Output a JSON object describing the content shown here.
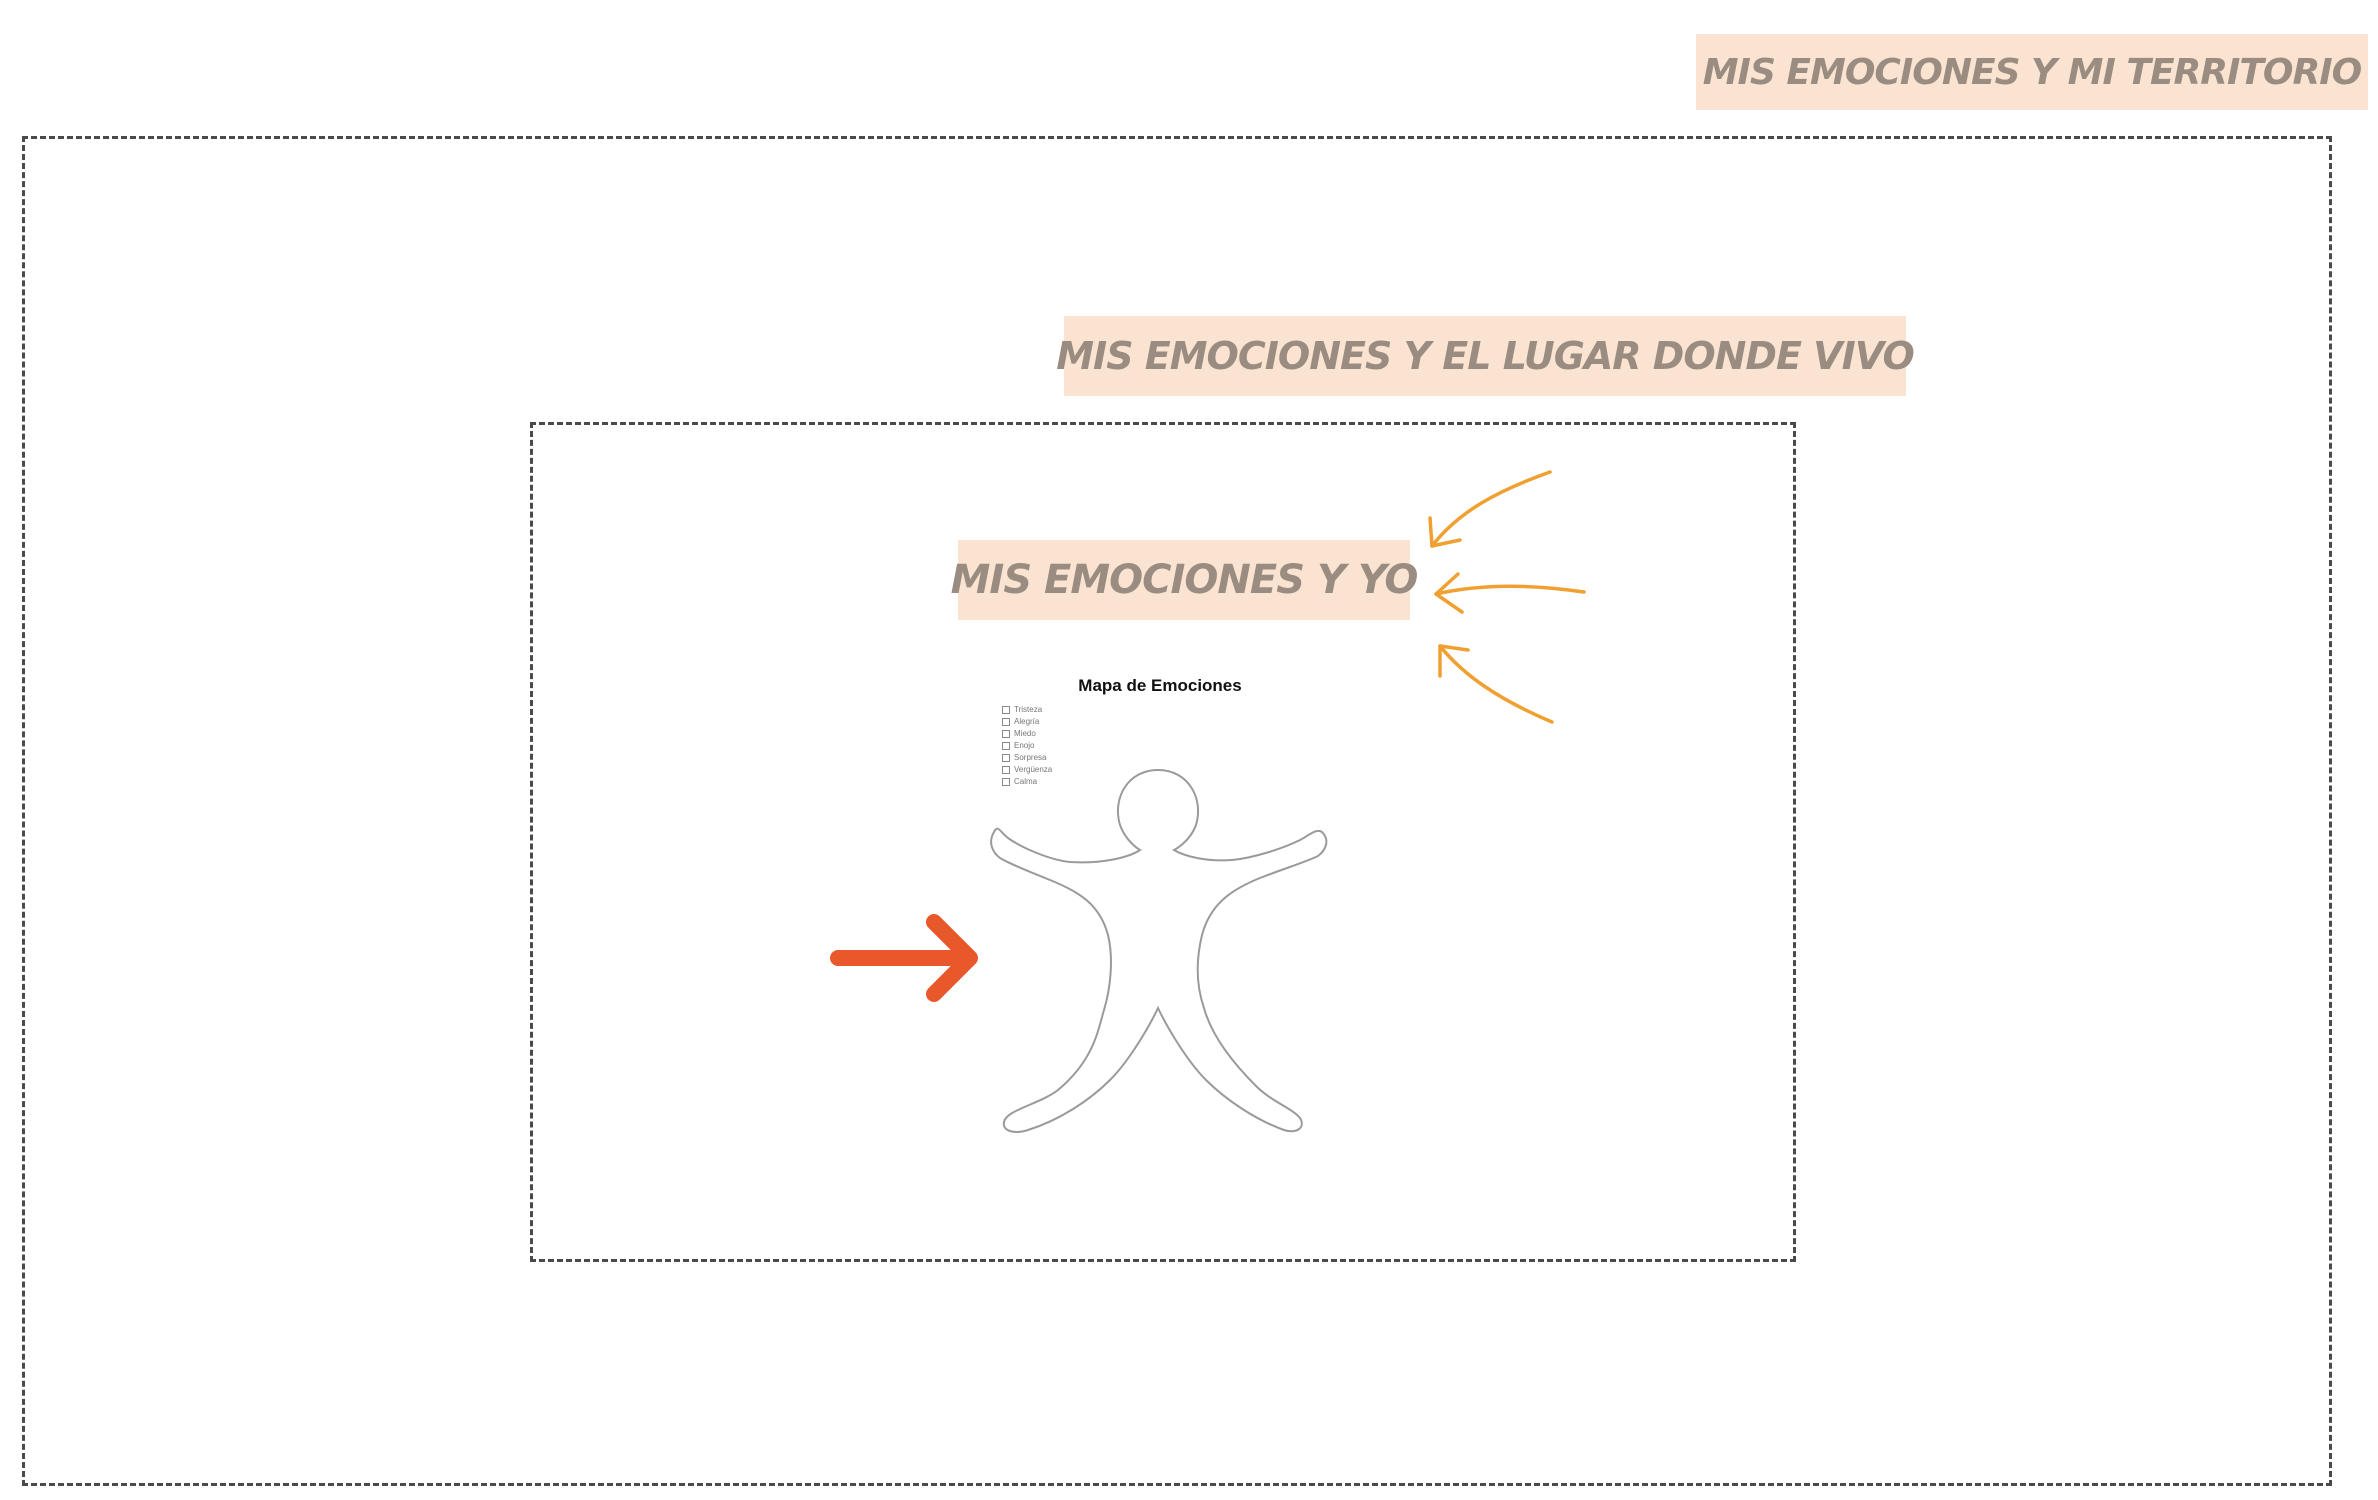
{
  "labels": {
    "territorio": "MIS EMOCIONES Y MI TERRITORIO",
    "lugar": "MIS EMOCIONES Y EL LUGAR DONDE VIVO",
    "yo": "MIS EMOCIONES Y YO"
  },
  "worksheet": {
    "title": "Mapa de Emociones",
    "items": [
      "Tristeza",
      "Alegría",
      "Miedo",
      "Enojo",
      "Sorpresa",
      "Vergüenza",
      "Calma"
    ]
  },
  "colors": {
    "tag_background": "#fae4d1",
    "tag_text": "#9a8c80",
    "thin_arrows": "#f0a030",
    "bold_arrow": "#e8582a",
    "frame_border": "#4a4a4a"
  },
  "icons": {
    "bold_arrow": "right-arrow-icon",
    "thin_arrows": "curved-arrow-icon",
    "figure": "body-outline-icon"
  }
}
